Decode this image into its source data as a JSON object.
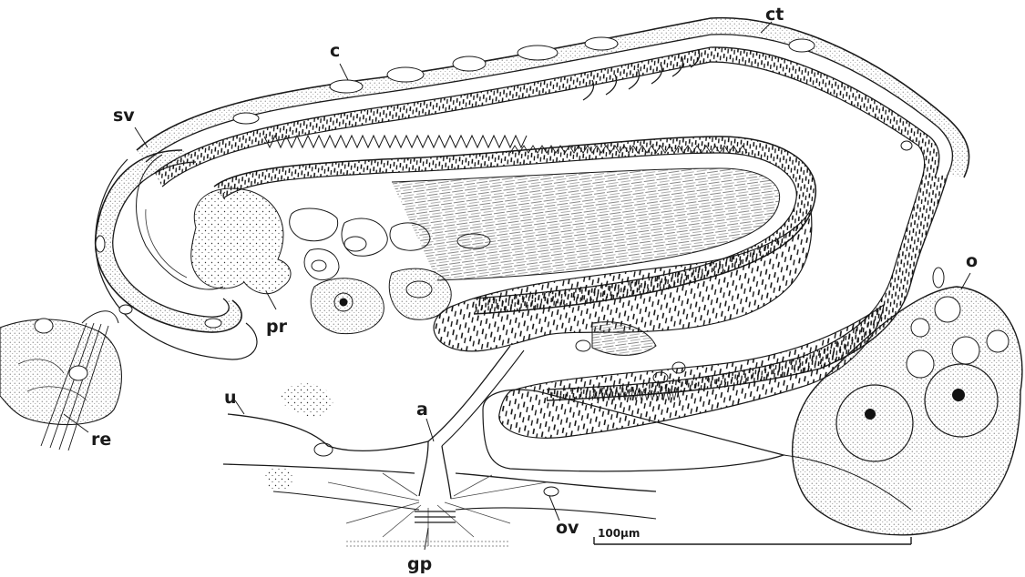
{
  "figure": {
    "labels": {
      "c": "c",
      "ct": "ct",
      "sv": "sv",
      "o": "o",
      "pr": "pr",
      "re": "re",
      "u": "u",
      "a": "a",
      "ov": "ov",
      "gp": "gp"
    },
    "scale_bar": {
      "label": "100µm"
    }
  },
  "style": {
    "ink": "#1a1a1a",
    "background": "#ffffff"
  }
}
